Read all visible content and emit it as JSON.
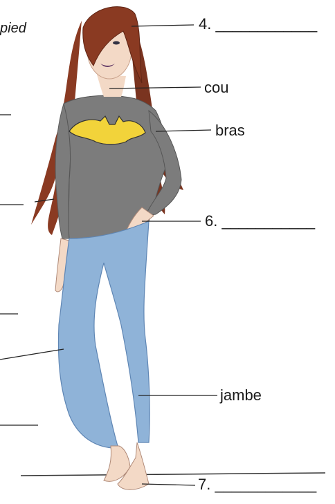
{
  "labels": {
    "top_left": "pied",
    "item4": "4. ____________",
    "neck": "cou",
    "arm": "bras",
    "item6": "6. ___________",
    "leg": "jambe",
    "item7": "7. ____________"
  },
  "colors": {
    "hair": "#8a3a22",
    "hair_dark": "#5e2414",
    "skin": "#f3d9c6",
    "shirt": "#7c7c7c",
    "shirt_dark": "#5c5c5c",
    "logo_yellow": "#f2d33a",
    "jeans": "#8fb3d8",
    "jeans_dark": "#5f86b4",
    "lips": "#5a3060",
    "line": "#222222"
  }
}
